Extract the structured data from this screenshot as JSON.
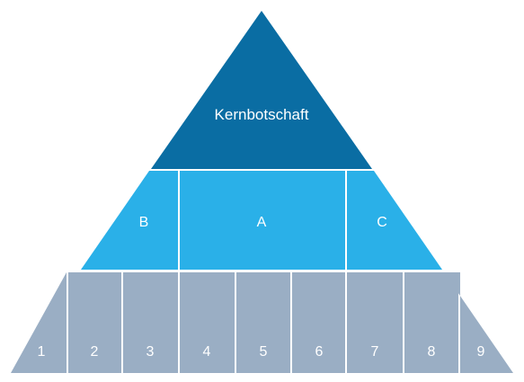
{
  "diagram": {
    "top": {
      "label": "Kernbotschaft",
      "color": "#0a6da3"
    },
    "middle": {
      "color": "#2ab0e8",
      "cells": [
        {
          "id": "b",
          "label": "B"
        },
        {
          "id": "a",
          "label": "A"
        },
        {
          "id": "c",
          "label": "C"
        }
      ]
    },
    "bottom": {
      "color": "#9aaec4",
      "cells": [
        "1",
        "2",
        "3",
        "4",
        "5",
        "6",
        "7",
        "8",
        "9"
      ]
    },
    "divider_color": "#ffffff"
  }
}
